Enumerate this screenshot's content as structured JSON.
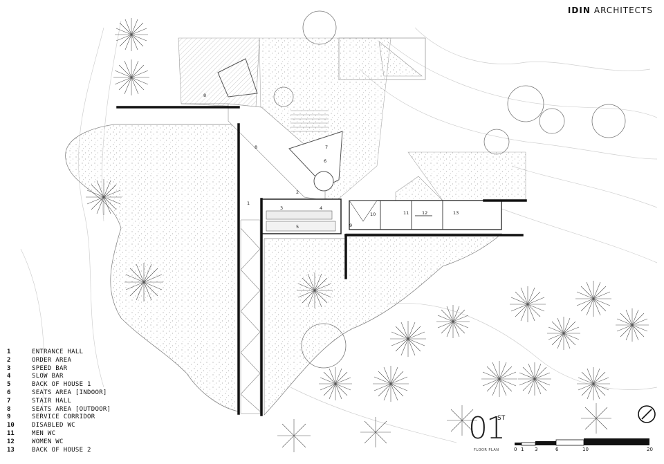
{
  "brand": {
    "first": "IDIN",
    "second": "ARCHITECTS"
  },
  "legend": [
    {
      "num": "1",
      "label": "ENTRANCE HALL"
    },
    {
      "num": "2",
      "label": "ORDER AREA"
    },
    {
      "num": "3",
      "label": "SPEED BAR"
    },
    {
      "num": "4",
      "label": "SLOW BAR"
    },
    {
      "num": "5",
      "label": "BACK OF HOUSE 1"
    },
    {
      "num": "6",
      "label": "SEATS AREA [INDOOR]"
    },
    {
      "num": "7",
      "label": "STAIR HALL"
    },
    {
      "num": "8",
      "label": "SEATS AREA [OUTDOOR]"
    },
    {
      "num": "9",
      "label": "SERVICE CORRIDOR"
    },
    {
      "num": "10",
      "label": "DISABLED WC"
    },
    {
      "num": "11",
      "label": "MEN WC"
    },
    {
      "num": "12",
      "label": "WOMEN WC"
    },
    {
      "num": "13",
      "label": "BACK OF HOUSE 2"
    }
  ],
  "floor": {
    "number": "01",
    "suffix": "ST",
    "caption": "FLOOR PLAN"
  },
  "scale": {
    "labels": [
      "0",
      "1",
      "3",
      "6",
      "10",
      "20"
    ]
  },
  "plan_labels": {
    "l1": "1",
    "l2": "2",
    "l3": "3",
    "l4": "4",
    "l5": "5",
    "l6": "6",
    "l7": "7",
    "l8a": "8",
    "l8b": "8",
    "l9": "9",
    "l10": "10",
    "l11": "11",
    "l12": "12",
    "l13": "13"
  },
  "colors": {
    "wall": "#111111",
    "line": "#9a9a9a",
    "hatch": "#8a8a8a"
  }
}
